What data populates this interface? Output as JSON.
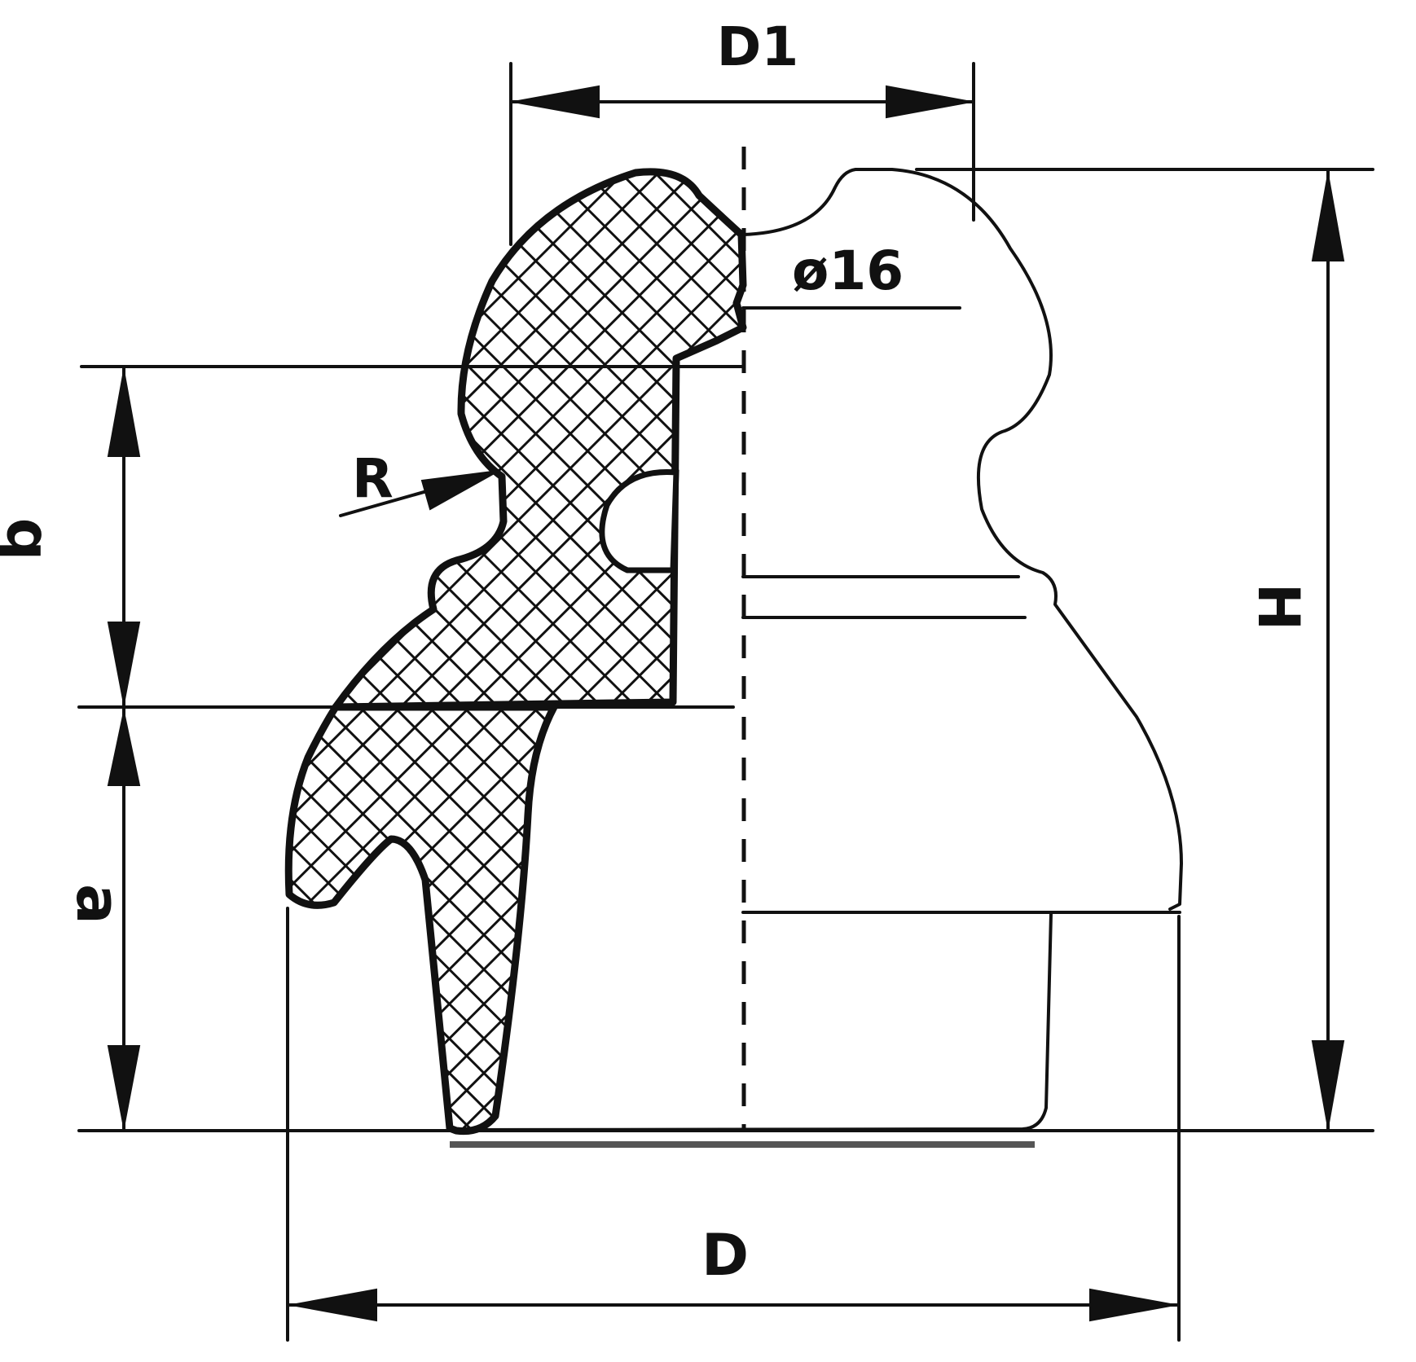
{
  "labels": {
    "d1": "D1",
    "d": "D",
    "h": "H",
    "a": "a",
    "b": "b",
    "r": "R",
    "phi16": "ø16"
  },
  "colors": {
    "ink": "#111111",
    "paper": "#ffffff",
    "ground": "#555555"
  }
}
